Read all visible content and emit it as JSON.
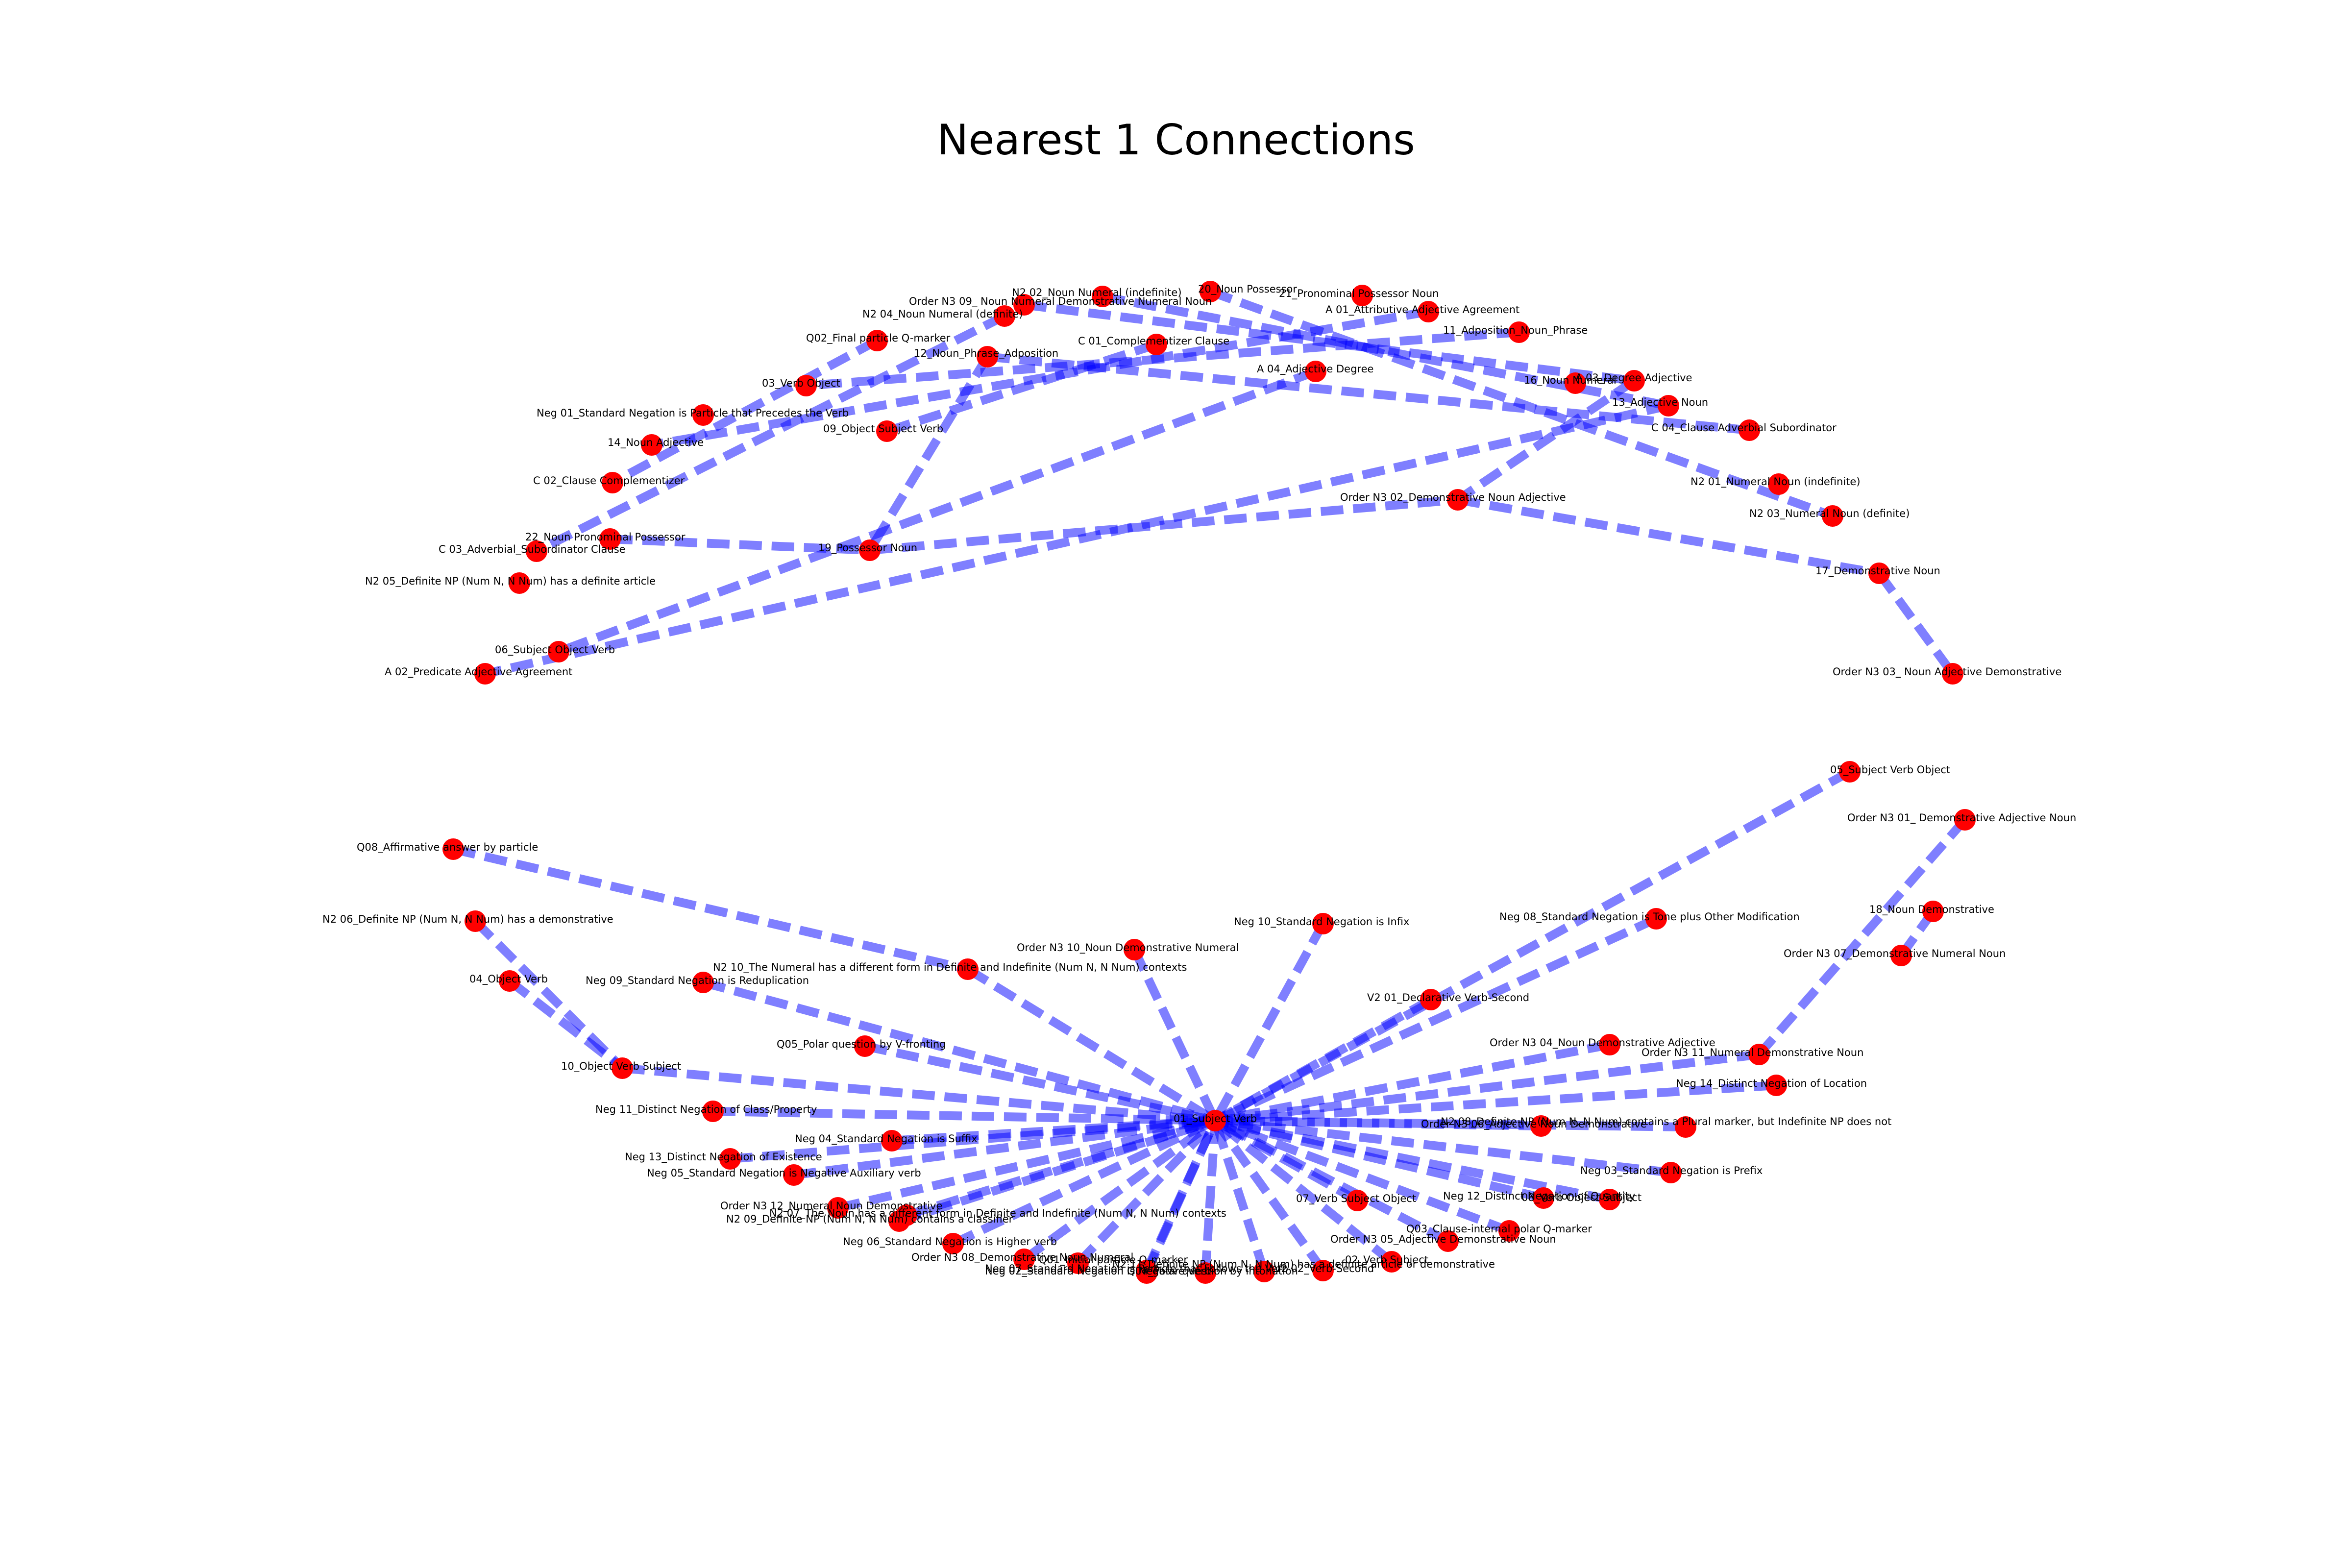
{
  "title": "Nearest 1 Connections",
  "colors": {
    "edge": "#0000ff",
    "node": "#ff0000",
    "background": "#ffffff"
  },
  "nodes": [
    {
      "id": "n_20_noun_possessor",
      "label": "20_Noun Possessor"
    },
    {
      "id": "n_21_pronominal_possessor_noun",
      "label": "21_Pronominal Possessor Noun"
    },
    {
      "id": "n_n2_02",
      "label": "N2 02_Noun Numeral (indefinite)"
    },
    {
      "id": "n_order_n3_09",
      "label": "Order N3 09_ Noun Numeral Demonstrative Numeral Noun"
    },
    {
      "id": "n_a_01",
      "label": "A 01_Attributive Adjective Agreement"
    },
    {
      "id": "n_n2_04",
      "label": "N2 04_Noun Numeral (definite)"
    },
    {
      "id": "n_11_adposition_np",
      "label": "11_Adposition_Noun_Phrase"
    },
    {
      "id": "n_q02",
      "label": "Q02_Final particle Q-marker"
    },
    {
      "id": "n_c_01",
      "label": "C 01_Complementizer Clause"
    },
    {
      "id": "n_12_np_adposition",
      "label": "12_Noun_Phrase_Adposition"
    },
    {
      "id": "n_a_04",
      "label": "A 04_Adjective Degree"
    },
    {
      "id": "n_16_noun_numeral",
      "label": "16_Noun Numeral"
    },
    {
      "id": "n_a_03",
      "label": "A 03_Degree Adjective"
    },
    {
      "id": "n_03_verb_object",
      "label": "03_Verb Object"
    },
    {
      "id": "n_13_adjective_noun",
      "label": "13_Adjective Noun"
    },
    {
      "id": "n_neg_01",
      "label": "Neg 01_Standard Negation is Particle that Precedes the Verb"
    },
    {
      "id": "n_09_object_subject_verb",
      "label": "09_Object Subject Verb"
    },
    {
      "id": "n_c_04",
      "label": "C 04_Clause Adverbial Subordinator"
    },
    {
      "id": "n_14_noun_adjective",
      "label": "14_Noun Adjective"
    },
    {
      "id": "n_c_02",
      "label": "C 02_Clause Complementizer"
    },
    {
      "id": "n_n2_01",
      "label": "N2 01_Numeral Noun (indefinite)"
    },
    {
      "id": "n_order_n3_02",
      "label": "Order N3 02_Demonstrative Noun Adjective"
    },
    {
      "id": "n_n2_03",
      "label": "N2 03_Numeral Noun (definite)"
    },
    {
      "id": "n_22_noun_pronominal_possessor",
      "label": "22_Noun Pronominal Possessor"
    },
    {
      "id": "n_c_03",
      "label": "C 03_Adverbial_Subordinator Clause"
    },
    {
      "id": "n_19_possessor_noun",
      "label": "19_Possessor Noun"
    },
    {
      "id": "n_17_demonstrative_noun",
      "label": "17_Demonstrative Noun"
    },
    {
      "id": "n_n2_05",
      "label": "N2 05_Definite NP (Num N, N Num) has a definite article"
    },
    {
      "id": "n_06_subject_object_verb",
      "label": "06_Subject Object Verb"
    },
    {
      "id": "n_a_02",
      "label": "A 02_Predicate Adjective Agreement"
    },
    {
      "id": "n_order_n3_03",
      "label": "Order N3 03_ Noun Adjective Demonstrative"
    },
    {
      "id": "n_05_subject_verb_object",
      "label": "05_Subject Verb Object"
    },
    {
      "id": "n_order_n3_01",
      "label": "Order N3 01_ Demonstrative Adjective Noun"
    },
    {
      "id": "n_q08",
      "label": "Q08_Affirmative answer by particle"
    },
    {
      "id": "n_18_noun_demonstrative",
      "label": "18_Noun Demonstrative"
    },
    {
      "id": "n_n2_06",
      "label": "N2 06_Definite NP (Num N, N Num) has a demonstrative"
    },
    {
      "id": "n_neg_10",
      "label": "Neg 10_Standard Negation is Infix"
    },
    {
      "id": "n_neg_08",
      "label": "Neg 08_Standard Negation is Tone plus Other Modification"
    },
    {
      "id": "n_order_n3_10",
      "label": "Order N3 10_Noun Demonstrative Numeral"
    },
    {
      "id": "n_order_n3_07",
      "label": "Order N3 07_Demonstrative Numeral Noun"
    },
    {
      "id": "n_n2_10",
      "label": "N2 10_The Numeral has a different form in Definite and Indefinite (Num N, N Num) contexts"
    },
    {
      "id": "n_04_object_verb",
      "label": "04_Object Verb"
    },
    {
      "id": "n_neg_09",
      "label": "Neg 09_Standard Negation is Reduplication"
    },
    {
      "id": "n_v2_01",
      "label": "V2 01_Declarative Verb-Second"
    },
    {
      "id": "n_order_n3_04",
      "label": "Order N3 04_Noun Demonstrative Adjective"
    },
    {
      "id": "n_q05",
      "label": "Q05_Polar question by V-fronting"
    },
    {
      "id": "n_order_n3_11",
      "label": "Order N3 11_Numeral Demonstrative Noun"
    },
    {
      "id": "n_10_object_verb_subject",
      "label": "10_Object Verb Subject"
    },
    {
      "id": "n_neg_14",
      "label": "Neg 14_Distinct Negation of Location"
    },
    {
      "id": "n_neg_11",
      "label": "Neg 11_Distinct Negation of Class/Property"
    },
    {
      "id": "n_01_subject_verb",
      "label": "01_Subject Verb"
    },
    {
      "id": "n_order_n3_06",
      "label": "Order N3 06_Adjective Noun Demonstrative"
    },
    {
      "id": "n_n2_08",
      "label": "N2 08_Definite NP (Num N, N Num) contains a Plural marker, but Indefinite NP does not"
    },
    {
      "id": "n_neg_04",
      "label": "Neg 04_Standard Negation is Suffix"
    },
    {
      "id": "n_neg_13",
      "label": "Neg 13_Distinct Negation of Existence"
    },
    {
      "id": "n_neg_03",
      "label": "Neg 03_Standard Negation is Prefix"
    },
    {
      "id": "n_neg_05",
      "label": "Neg 05_Standard Negation is Negative Auxiliary verb"
    },
    {
      "id": "n_neg_12",
      "label": "Neg 12_Distinct Negation of Quantity"
    },
    {
      "id": "n_08_verb_object_subject",
      "label": "08_Verb Object Subject"
    },
    {
      "id": "n_07_verb_subject_object",
      "label": "07_Verb Subject Object"
    },
    {
      "id": "n_order_n3_12",
      "label": "Order N3 12_Numeral Noun Demonstrative"
    },
    {
      "id": "n_n2_07",
      "label": "N2 07_The Noun has a different form in Definite and Indefinite (Num N, N Num) contexts"
    },
    {
      "id": "n_n2_09",
      "label": "N2 09_Definite NP (Num N, N Num) contains a classifier"
    },
    {
      "id": "n_q03",
      "label": "Q03_Clause-internal polar Q-marker"
    },
    {
      "id": "n_order_n3_05",
      "label": "Order N3 05_Adjective Demonstrative Noun"
    },
    {
      "id": "n_neg_06",
      "label": "Neg 06_Standard Negation is Higher verb"
    },
    {
      "id": "n_02_verb_subject",
      "label": "02_Verb Subject"
    },
    {
      "id": "n_order_n3_08",
      "label": "Order N3 08_Demonstrative Noun Numeral"
    },
    {
      "id": "n_q01",
      "label": "Q01_Initial particle Q-marker"
    },
    {
      "id": "n_neg_07",
      "label": "Neg 07_Standard Negation is Particle that Follows the Verb"
    },
    {
      "id": "n_neg_02",
      "label": "Neg 02_Standard Negation is Negative Verb"
    },
    {
      "id": "n_n2_11",
      "label": "N2 11_Definite NP (Num N, N Num) has a definite article or demonstrative"
    },
    {
      "id": "n_v2_02",
      "label": "V2 02_Verb-Second"
    },
    {
      "id": "n_q04",
      "label": "Q04_Polar question by intonation"
    }
  ],
  "edges": [
    [
      "n_20_noun_possessor",
      "n_n2_03"
    ],
    [
      "n_n2_02",
      "n_13_adjective_noun"
    ],
    [
      "n_order_n3_09",
      "n_a_03"
    ],
    [
      "n_a_01",
      "n_14_noun_adjective"
    ],
    [
      "n_n2_04",
      "n_c_03"
    ],
    [
      "n_11_adposition_np",
      "n_03_verb_object"
    ],
    [
      "n_q02",
      "n_c_02"
    ],
    [
      "n_c_01",
      "n_09_object_subject_verb"
    ],
    [
      "n_12_np_adposition",
      "n_19_possessor_noun"
    ],
    [
      "n_12_np_adposition",
      "n_c_04"
    ],
    [
      "n_a_04",
      "n_06_subject_object_verb"
    ],
    [
      "n_a_03",
      "n_order_n3_02"
    ],
    [
      "n_13_adjective_noun",
      "n_a_02"
    ],
    [
      "n_22_noun_pronominal_possessor",
      "n_19_possessor_noun"
    ],
    [
      "n_19_possessor_noun",
      "n_order_n3_02"
    ],
    [
      "n_order_n3_02",
      "n_17_demonstrative_noun"
    ],
    [
      "n_17_demonstrative_noun",
      "n_order_n3_03"
    ],
    [
      "n_q08",
      "n_n2_10"
    ],
    [
      "n_n2_06",
      "n_10_object_verb_subject"
    ],
    [
      "n_04_object_verb",
      "n_10_object_verb_subject"
    ],
    [
      "n_order_n3_01",
      "n_order_n3_11"
    ],
    [
      "n_18_noun_demonstrative",
      "n_order_n3_07"
    ],
    [
      "n_10_object_verb_subject",
      "n_01_subject_verb"
    ],
    [
      "n_n2_10",
      "n_01_subject_verb"
    ],
    [
      "n_order_n3_10",
      "n_01_subject_verb"
    ],
    [
      "n_neg_10",
      "n_01_subject_verb"
    ],
    [
      "n_neg_08",
      "n_01_subject_verb"
    ],
    [
      "n_05_subject_verb_object",
      "n_01_subject_verb"
    ],
    [
      "n_v2_01",
      "n_01_subject_verb"
    ],
    [
      "n_order_n3_04",
      "n_01_subject_verb"
    ],
    [
      "n_order_n3_11",
      "n_01_subject_verb"
    ],
    [
      "n_neg_14",
      "n_01_subject_verb"
    ],
    [
      "n_neg_09",
      "n_01_subject_verb"
    ],
    [
      "n_q05",
      "n_01_subject_verb"
    ],
    [
      "n_neg_11",
      "n_01_subject_verb"
    ],
    [
      "n_order_n3_06",
      "n_01_subject_verb"
    ],
    [
      "n_n2_08",
      "n_01_subject_verb"
    ],
    [
      "n_neg_04",
      "n_01_subject_verb"
    ],
    [
      "n_neg_13",
      "n_01_subject_verb"
    ],
    [
      "n_neg_05",
      "n_01_subject_verb"
    ],
    [
      "n_neg_03",
      "n_01_subject_verb"
    ],
    [
      "n_neg_12",
      "n_01_subject_verb"
    ],
    [
      "n_08_verb_object_subject",
      "n_01_subject_verb"
    ],
    [
      "n_07_verb_subject_object",
      "n_01_subject_verb"
    ],
    [
      "n_order_n3_12",
      "n_01_subject_verb"
    ],
    [
      "n_n2_07",
      "n_01_subject_verb"
    ],
    [
      "n_n2_09",
      "n_01_subject_verb"
    ],
    [
      "n_q03",
      "n_01_subject_verb"
    ],
    [
      "n_order_n3_05",
      "n_01_subject_verb"
    ],
    [
      "n_neg_06",
      "n_01_subject_verb"
    ],
    [
      "n_02_verb_subject",
      "n_01_subject_verb"
    ],
    [
      "n_order_n3_08",
      "n_01_subject_verb"
    ],
    [
      "n_q01",
      "n_01_subject_verb"
    ],
    [
      "n_neg_07",
      "n_01_subject_verb"
    ],
    [
      "n_neg_02",
      "n_01_subject_verb"
    ],
    [
      "n_n2_11",
      "n_01_subject_verb"
    ],
    [
      "n_v2_02",
      "n_01_subject_verb"
    ],
    [
      "n_q04",
      "n_01_subject_verb"
    ]
  ]
}
